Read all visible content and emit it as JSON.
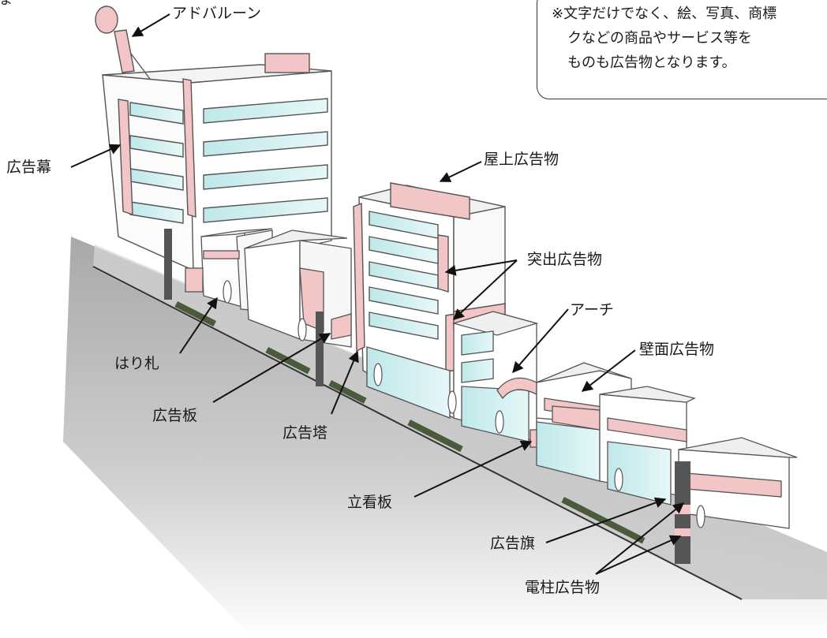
{
  "colors": {
    "road": "#b9b9b9",
    "sign_pink": "#f2c6c6",
    "glass_cyan": "#cfeff0",
    "outline": "#555555",
    "hedge": "#4a5a3a",
    "pole": "#555555"
  },
  "labels": {
    "corner_glyph": "よ",
    "ad_balloon": "アドバルーン",
    "banner": "広告幕",
    "rooftop_ad": "屋上広告物",
    "projecting_ad": "突出広告物",
    "arch": "アーチ",
    "wall_ad": "壁面広告物",
    "poster": "はり札",
    "billboard": "広告板",
    "ad_tower": "広告塔",
    "standing_sign": "立看板",
    "ad_flag": "広告旗",
    "pole_ad": "電柱広告物"
  },
  "note": {
    "line1": "※文字だけでなく、絵、写真、商標",
    "line2": "クなどの商品やサービス等を",
    "line3": "ものも広告物となります。"
  }
}
